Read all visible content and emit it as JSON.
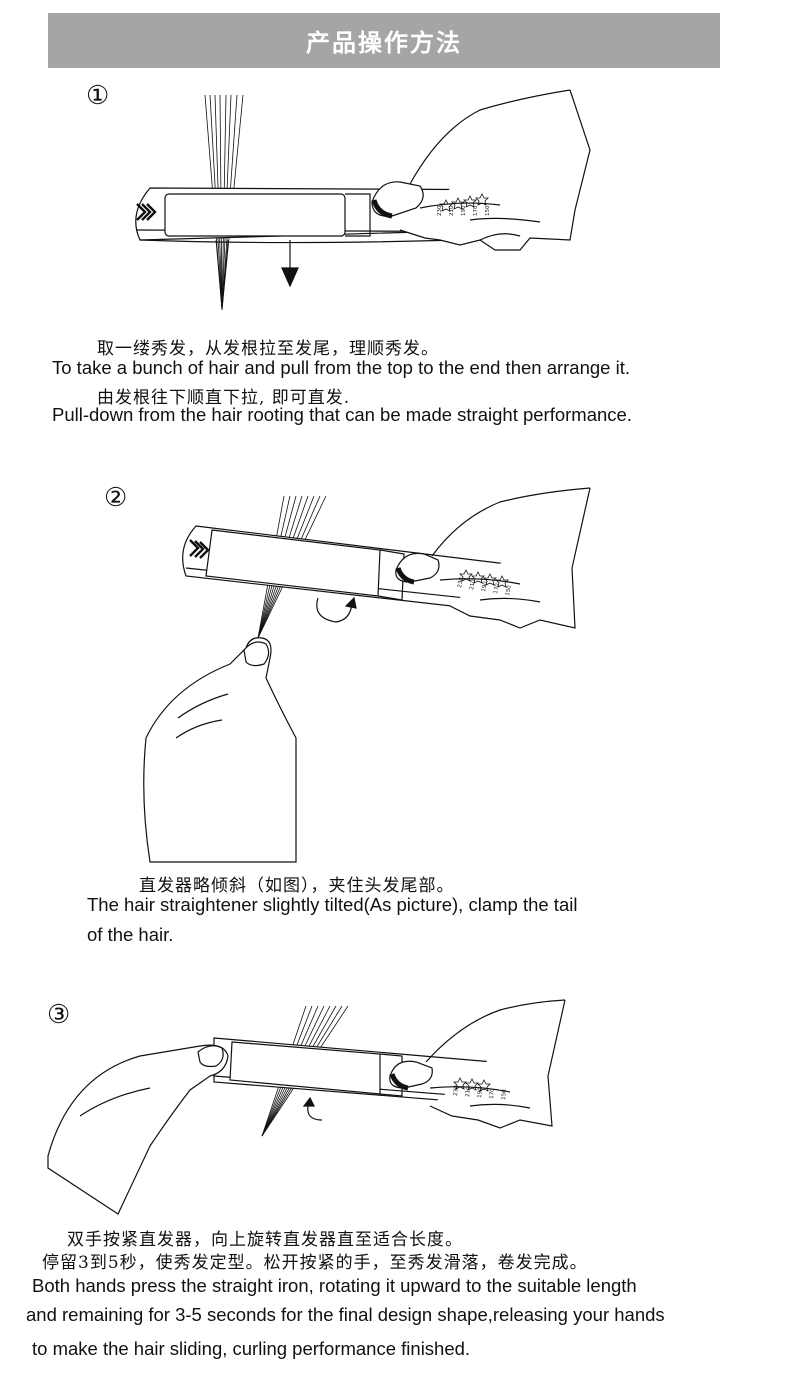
{
  "header": {
    "title": "产品操作方法"
  },
  "steps": [
    {
      "number": "①",
      "zh": [
        "取一缕秀发，从发根拉至发尾，理顺秀发。",
        "由发根往下顺直下拉, 即可直发."
      ],
      "en": [
        "To take a  bunch of hair and pull from the top to the end then arrange it.",
        "Pull-down from the hair rooting that can be made straight performance."
      ]
    },
    {
      "number": "②",
      "zh": [
        "直发器略倾斜（如图），夹住头发尾部。"
      ],
      "en": [
        "The hair straightener slightly tilted(As picture), clamp the tail",
        "of the hair."
      ]
    },
    {
      "number": "③",
      "zh": [
        "双手按紧直发器，向上旋转直发器直至适合长度。",
        "停留3到5秒，使秀发定型。松开按紧的手，至秀发滑落，卷发完成。"
      ],
      "en": [
        "Both hands press the straight iron, rotating it upward to the suitable length",
        "and remaining for 3-5 seconds for the final design shape,releasing your hands",
        "to make the hair sliding, curling performance finished."
      ]
    }
  ],
  "device": {
    "temperature_marks": [
      "230",
      "210",
      "190",
      "170",
      "150"
    ]
  }
}
